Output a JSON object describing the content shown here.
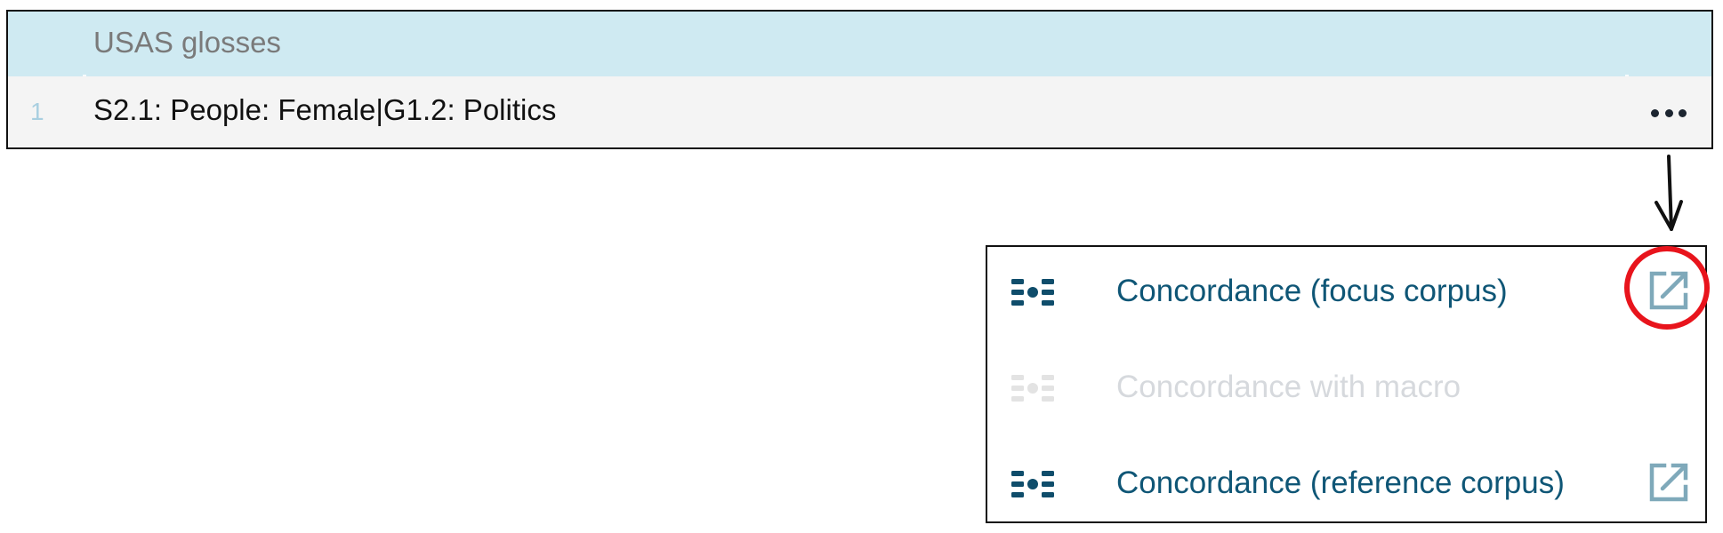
{
  "table": {
    "header": {
      "column_label": "USAS glosses"
    },
    "rows": [
      {
        "number": "1",
        "value": "S2.1: People: Female|G1.2: Politics",
        "actions_icon": "more-horizontal-icon"
      }
    ],
    "colors": {
      "header_bg": "#cfeaf2",
      "header_text": "#7a7a7a",
      "row_bg": "#f4f4f4",
      "row_number": "#a9cfe0",
      "row_text": "#111111"
    }
  },
  "menu": {
    "items": [
      {
        "label": "Concordance (focus corpus)",
        "icon": "concordance-icon",
        "enabled": true,
        "external_link": true,
        "highlighted": true
      },
      {
        "label": "Concordance with macro",
        "icon": "concordance-icon",
        "enabled": false,
        "external_link": false,
        "highlighted": false
      },
      {
        "label": "Concordance (reference corpus)",
        "icon": "concordance-icon",
        "enabled": true,
        "external_link": true,
        "highlighted": false
      }
    ],
    "colors": {
      "enabled_text": "#0f5676",
      "disabled_text": "#d6d9dd",
      "icon_enabled": "#0f4d6b",
      "icon_disabled": "#e3e3e3",
      "external_icon": "#7fa9ba"
    }
  },
  "annotations": {
    "arrow": "down-arrow",
    "highlight_color": "#e8141c"
  }
}
